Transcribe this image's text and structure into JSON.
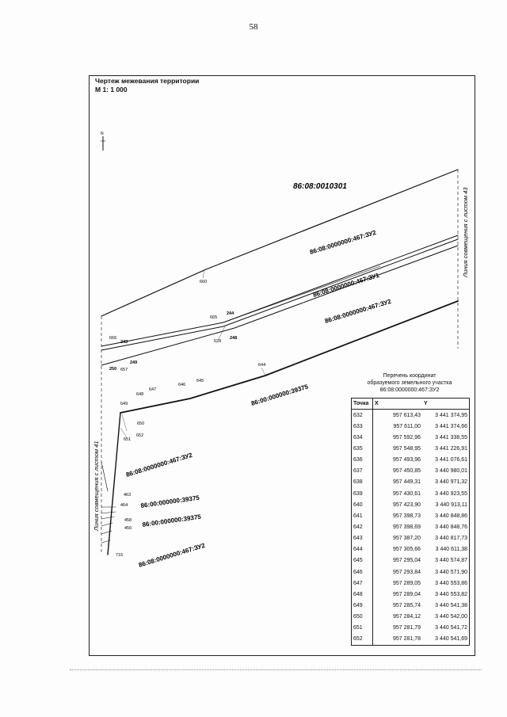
{
  "page_number": "58",
  "title": {
    "line1": "Чертеж межевания территории",
    "line2": "М 1: 1 000"
  },
  "map": {
    "north_label": "N",
    "cadastral_block": "86:08:0010301",
    "plot_labels": {
      "zu2_upper": "86:08:0000000:467:ЗУ2",
      "zu1": "86:08:0000000:467:ЗУ1",
      "zu2_mid": "86:08:0000000:467:ЗУ2",
      "road": "86:00:000000:39375",
      "zu2_left": "86:08:0000000:467:ЗУ2",
      "road_left1": "86:00:000000:39375",
      "road_left2": "86:00:000000:39375",
      "zu2_bottom": "86:08:0000000:467:ЗУ2"
    },
    "side_labels": {
      "right": "Линия совмещения с листом 43",
      "left": "Линия совмещения с листом 41"
    },
    "point_labels": {
      "p660": "660",
      "p665": "665",
      "p244": "244",
      "p628": "628",
      "p248": "248",
      "p666": "666",
      "p243": "243",
      "p250": "250",
      "p249": "249",
      "p657": "657",
      "p644": "644",
      "p646": "646",
      "p645": "645",
      "p647": "647",
      "p648": "648",
      "p649": "649",
      "p650": "650",
      "p652": "652",
      "p651": "651",
      "p463": "463",
      "p464": "464",
      "p458": "458",
      "p456": "456",
      "p716": "716"
    }
  },
  "coordinates": {
    "title_lines": [
      "Перечень координат",
      "образуемого земельного участка",
      "86:08:0000000:467:ЗУ2"
    ],
    "headers": [
      "Точка",
      "X",
      "Y"
    ],
    "rows": [
      {
        "point": "632",
        "x": "957 613,43",
        "y": "3 441 374,95"
      },
      {
        "point": "633",
        "x": "957 611,00",
        "y": "3 441 374,66"
      },
      {
        "point": "634",
        "x": "957 592,96",
        "y": "3 441 338,55"
      },
      {
        "point": "635",
        "x": "957 548,95",
        "y": "3 441 226,91"
      },
      {
        "point": "636",
        "x": "957 493,96",
        "y": "3 441 076,61"
      },
      {
        "point": "637",
        "x": "957 450,85",
        "y": "3 440 980,01"
      },
      {
        "point": "638",
        "x": "957 449,31",
        "y": "3 440 971,32"
      },
      {
        "point": "639",
        "x": "957 430,61",
        "y": "3 440 923,55"
      },
      {
        "point": "640",
        "x": "957 423,90",
        "y": "3 440 913,11"
      },
      {
        "point": "641",
        "x": "957 398,73",
        "y": "3 440 848,86"
      },
      {
        "point": "642",
        "x": "957 398,69",
        "y": "3 440 848,76"
      },
      {
        "point": "643",
        "x": "957 387,20",
        "y": "3 440 817,73"
      },
      {
        "point": "644",
        "x": "957 305,66",
        "y": "3 440 611,38"
      },
      {
        "point": "645",
        "x": "957 295,04",
        "y": "3 440 574,87"
      },
      {
        "point": "646",
        "x": "957 293,84",
        "y": "3 440 571,90"
      },
      {
        "point": "647",
        "x": "957 289,05",
        "y": "3 440 553,86"
      },
      {
        "point": "648",
        "x": "957 289,04",
        "y": "3 440 553,82"
      },
      {
        "point": "649",
        "x": "957 285,74",
        "y": "3 440 541,38"
      },
      {
        "point": "650",
        "x": "957 284,12",
        "y": "3 440 542,00"
      },
      {
        "point": "651",
        "x": "957 281,79",
        "y": "3 440 541,72"
      },
      {
        "point": "652",
        "x": "957 281,78",
        "y": "3 440 541,69"
      }
    ]
  }
}
